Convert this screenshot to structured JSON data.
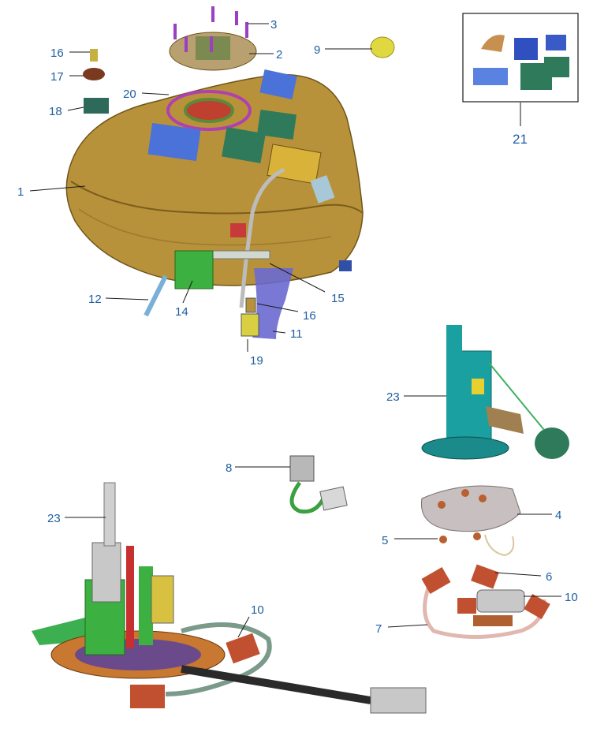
{
  "callouts": {
    "c1": "1",
    "c2": "2",
    "c3": "3",
    "c4": "4",
    "c5": "5",
    "c6": "6",
    "c7": "7",
    "c8": "8",
    "c9": "9",
    "c10a": "10",
    "c10b": "10",
    "c11": "11",
    "c12": "12",
    "c14": "14",
    "c15": "15",
    "c16a": "16",
    "c16b": "16",
    "c17": "17",
    "c18": "18",
    "c19": "19",
    "c20": "20",
    "c21": "21",
    "c23a": "23",
    "c23b": "23"
  },
  "colors": {
    "tank": "#b8923a",
    "tank_dark": "#8a6a22",
    "pad_blue": "#4a72d8",
    "pad_green": "#2e7a5a",
    "label": "#1f5fa0",
    "pump_teal": "#1aa0a0",
    "gasket": "#9a8f8f",
    "hose_orange": "#c05030",
    "bracket_green": "#3cb040"
  },
  "icons": {
    "tank": "fuel-tank-icon",
    "pump": "fuel-pump-icon",
    "filter": "fuel-filter-icon"
  }
}
